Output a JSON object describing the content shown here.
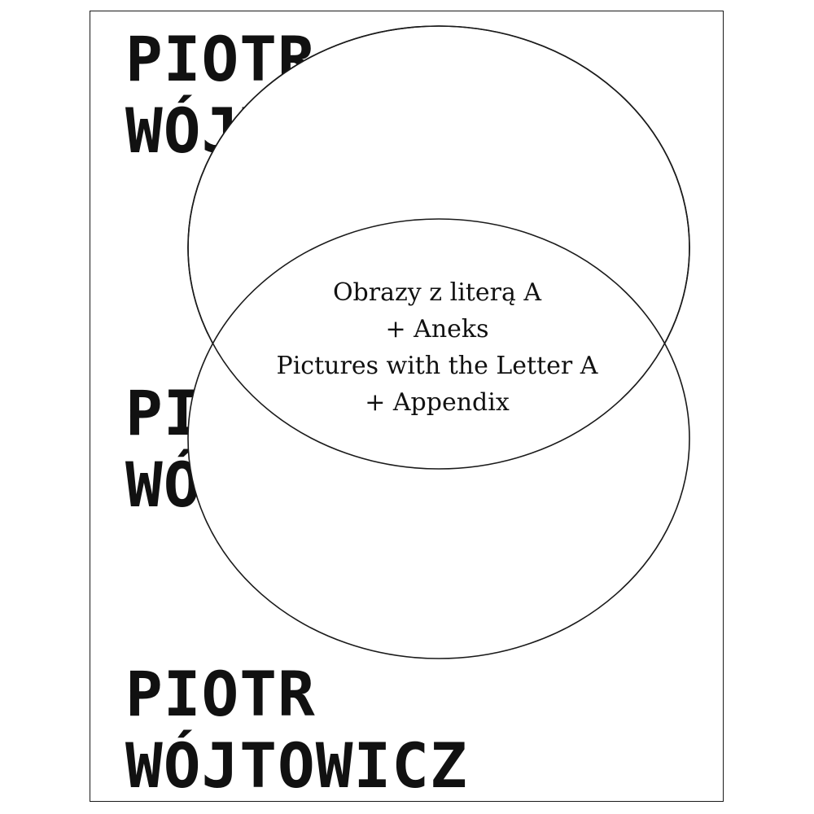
{
  "cover": {
    "author_lines": [
      "PIOTR",
      "WÓJTOWICZ"
    ],
    "title_lines": [
      "Obrazy z literą A",
      "+ Aneks",
      "Pictures with the Letter A",
      "+ Appendix"
    ],
    "colors": {
      "background": "#ffffff",
      "ink": "#111111"
    }
  }
}
